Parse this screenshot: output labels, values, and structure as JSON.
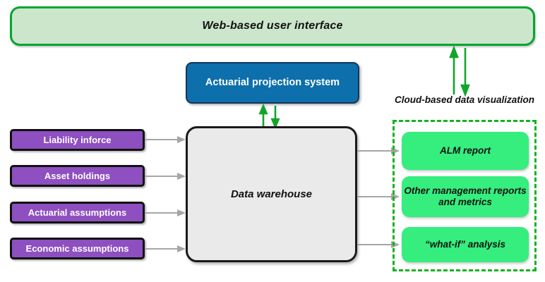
{
  "diagram": {
    "title_banner": {
      "label": "Web-based user interface"
    },
    "projection_system": {
      "label": "Actuarial projection system"
    },
    "warehouse": {
      "label": "Data warehouse"
    },
    "cloud": {
      "label": "Cloud-based data visualization",
      "outputs": [
        {
          "label": "ALM report"
        },
        {
          "label": "Other management reports and metrics"
        },
        {
          "label": "“what-if” analysis"
        }
      ]
    },
    "inputs": [
      {
        "label": "Liability inforce"
      },
      {
        "label": "Asset holdings"
      },
      {
        "label": "Actuarial assumptions"
      },
      {
        "label": "Economic assumptions"
      }
    ],
    "colors": {
      "banner_fill": "#CCE6CC",
      "banner_border": "#00A62E",
      "projection_fill": "#0D6FAB",
      "projection_border": "#16365C",
      "warehouse_fill": "#EAEAEA",
      "warehouse_border": "#1A1A1A",
      "input_fill": "#8E4FC0",
      "input_border": "#111111",
      "cloud_border": "#13B31F",
      "output_fill": "#35EE7E",
      "grey_arrow": "#A6A6A6",
      "green_arrow": "#11A62B"
    }
  }
}
